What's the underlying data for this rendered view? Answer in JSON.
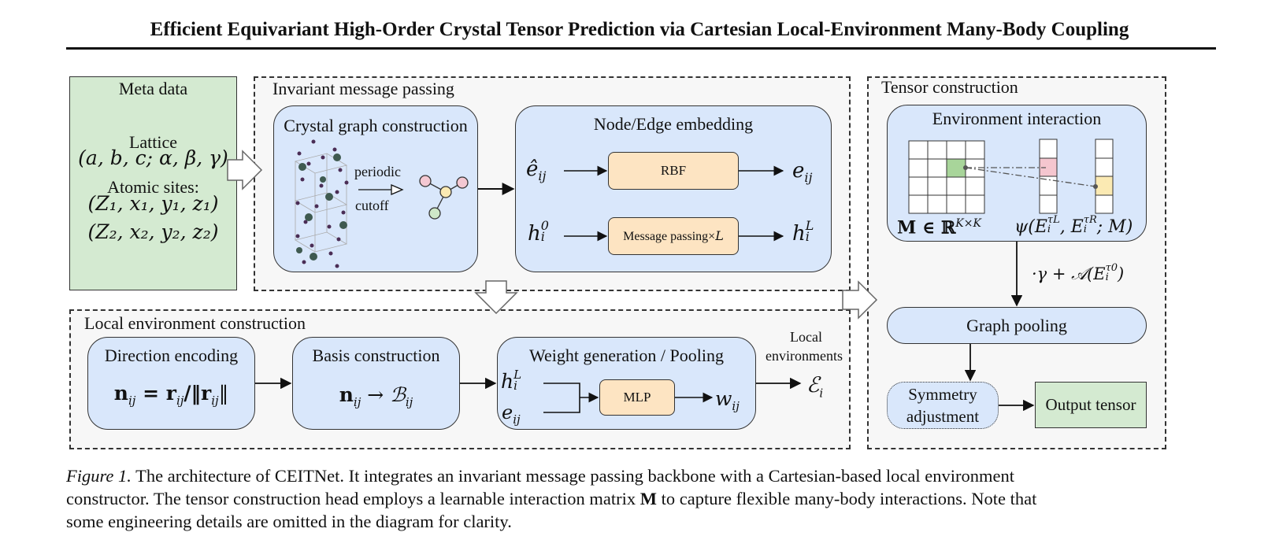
{
  "header": {
    "title": "Efficient Equivariant High-Order Crystal Tensor Prediction via Cartesian Local-Environment Many-Body Coupling"
  },
  "meta": {
    "title": "Meta data",
    "lattice_label": "Lattice",
    "lattice_params": "(a, b, c; α, β, γ)",
    "sites_label": "Atomic sites:",
    "site1": "(Z₁, x₁, y₁, z₁)",
    "site2": "(Z₂, x₂, y₂, z₂)"
  },
  "invariant": {
    "title": "Invariant message passing",
    "crystal_graph_title": "Crystal graph construction",
    "periodic_label": "periodic",
    "cutoff_label": "cutoff",
    "node_edge_title": "Node/Edge embedding",
    "e_hat": "ê",
    "e_hat_sub": "ij",
    "rbf_label": "RBF",
    "e_out": "e",
    "e_out_sub": "ij",
    "h_in": "h",
    "h_in_sup": "0",
    "h_in_sub": "i",
    "message_passing_label": "Message passing×",
    "message_passing_L": "L",
    "h_out": "h",
    "h_out_sup": "L",
    "h_out_sub": "i"
  },
  "tensor": {
    "title": "Tensor construction",
    "env_title": "Environment interaction",
    "matrix_label": "M ∈ ℝ",
    "matrix_sup": "K×K",
    "psi_label": "ψ(E",
    "psi_sup1": "τL",
    "psi_mid": ", E",
    "psi_sup2": "τR",
    "psi_end": "; M)",
    "psi_sub": "i",
    "gamma_label": "·γ + 𝒜(E",
    "gamma_sup": "τ0",
    "gamma_sub": "i",
    "gamma_end": ")",
    "pooling_label": "Graph pooling",
    "symmetry_line1": "Symmetry",
    "symmetry_line2": "adjustment",
    "output_label": "Output tensor"
  },
  "local": {
    "title": "Local environment construction",
    "direction_title": "Direction encoding",
    "direction_formula": "n",
    "direction_formula_rest": " = r",
    "direction_formula_end": "/‖r",
    "direction_formula_close": "‖",
    "ij": "ij",
    "basis_title": "Basis construction",
    "basis_formula": "n",
    "basis_arrow": " → ",
    "basis_B": "ℬ",
    "weight_title": "Weight generation / Pooling",
    "w_h": "h",
    "w_h_sup": "L",
    "w_h_sub": "i",
    "w_e": "e",
    "w_e_sub": "ij",
    "mlp_label": "MLP",
    "w_out": "w",
    "w_out_sub": "ij",
    "local_env_line1": "Local",
    "local_env_line2": "environments",
    "eps_label": "ℰ",
    "eps_sub": "i"
  },
  "caption": {
    "figure_label": "Figure 1.",
    "text_line1": " The architecture of CEITNet. It integrates an invariant message passing backbone with a Cartesian-based local environment",
    "text_line2": "constructor. The tensor construction head employs a learnable interaction matrix ",
    "matrix_symbol": "M",
    "text_line2_end": " to capture flexible many-body interactions. Note that",
    "text_line3": "some engineering details are omitted in the diagram for clarity."
  },
  "colors": {
    "blue_box": "#d9e7fb",
    "green_box": "#d4ead1",
    "orange_box": "#fde4c2",
    "grid_green": "#a8d59a",
    "grid_pink": "#f5c6cf",
    "grid_yellow": "#fbeab3"
  }
}
